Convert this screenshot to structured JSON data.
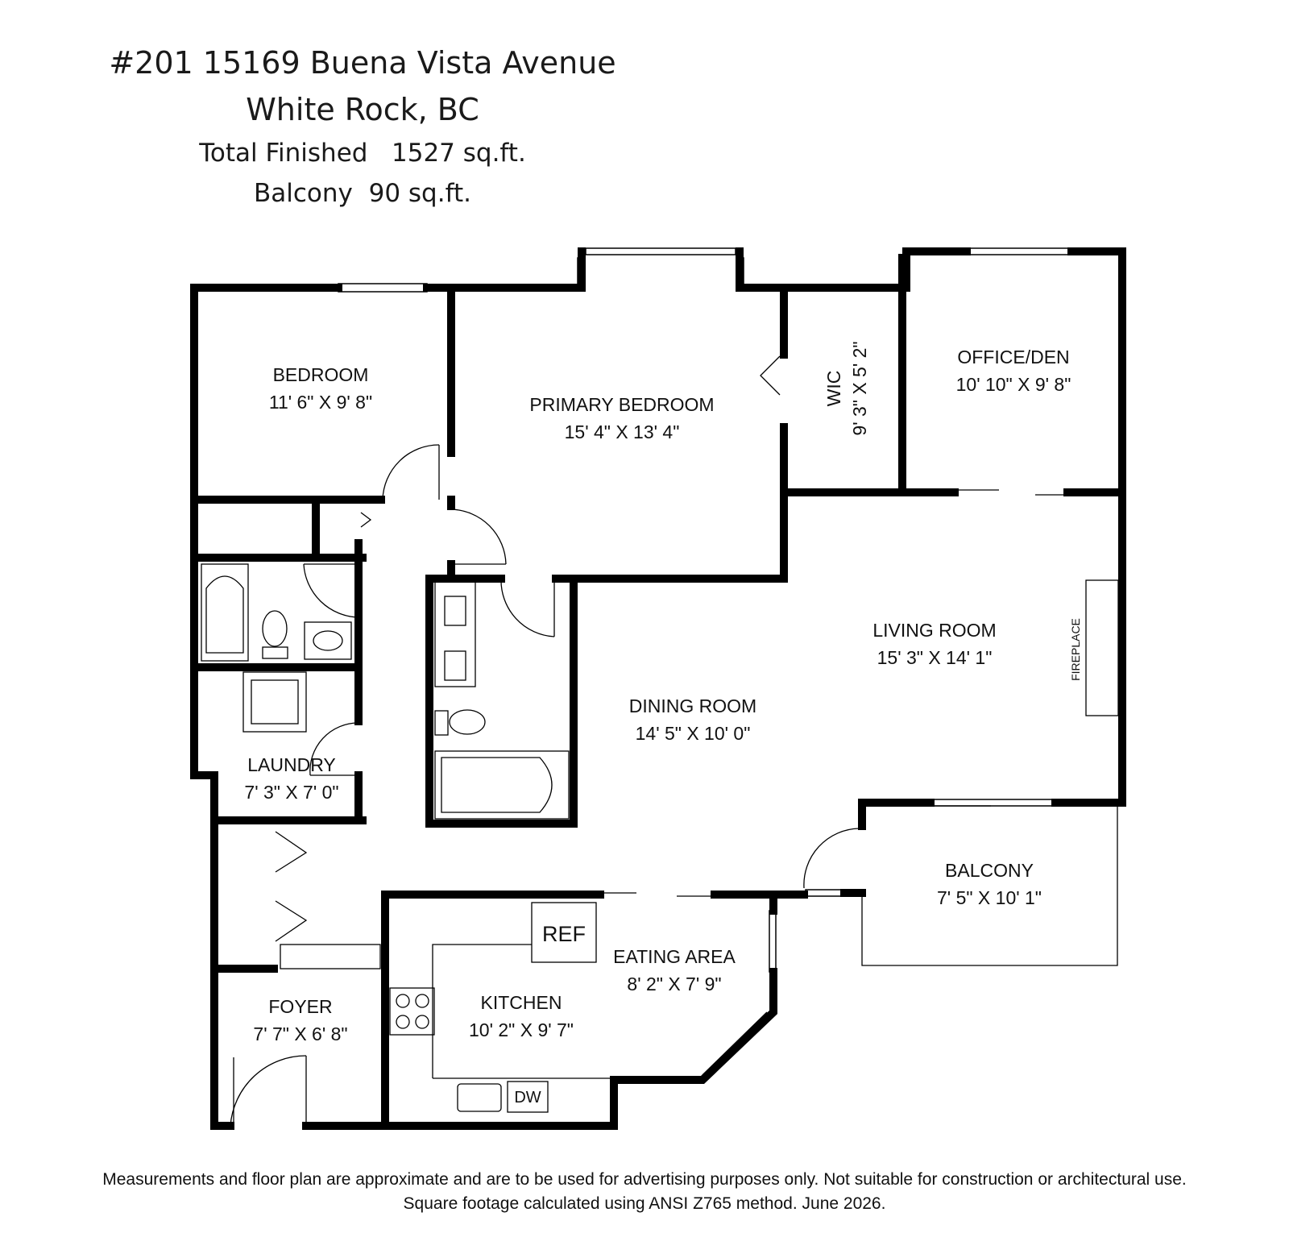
{
  "header": {
    "address_line1": "#201 15169 Buena Vista Avenue",
    "address_line2": "White Rock, BC",
    "total_finished": "Total Finished   1527 sq.ft.",
    "balcony": "Balcony  90 sq.ft."
  },
  "rooms": {
    "bedroom": {
      "name": "BEDROOM",
      "dims": "11' 6\" X 9' 8\""
    },
    "primary_bedroom": {
      "name": "PRIMARY BEDROOM",
      "dims": "15' 4\" X 13' 4\""
    },
    "wic": {
      "name": "WIC",
      "dims": "9' 3\" X 5' 2\""
    },
    "office_den": {
      "name": "OFFICE/DEN",
      "dims": "10' 10\" X 9' 8\""
    },
    "living_room": {
      "name": "LIVING ROOM",
      "dims": "15' 3\" X 14' 1\""
    },
    "dining_room": {
      "name": "DINING ROOM",
      "dims": "14' 5\" X 10' 0\""
    },
    "laundry": {
      "name": "LAUNDRY",
      "dims": "7' 3\" X 7' 0\""
    },
    "balcony": {
      "name": "BALCONY",
      "dims": "7' 5\" X 10' 1\""
    },
    "eating_area": {
      "name": "EATING AREA",
      "dims": "8' 2\" X 7' 9\""
    },
    "kitchen": {
      "name": "KITCHEN",
      "dims": "10' 2\" X 9' 7\""
    },
    "foyer": {
      "name": "FOYER",
      "dims": "7' 7\" X 6' 8\""
    }
  },
  "fixtures": {
    "fireplace": "FIREPLACE",
    "ref": "REF",
    "dw": "DW"
  },
  "disclaimer": {
    "line1": "Measurements and floor plan are approximate and are to be used for advertising purposes only. Not suitable for construction or architectural use.",
    "line2": "Square footage calculated using ANSI Z765 method. June 2026."
  }
}
